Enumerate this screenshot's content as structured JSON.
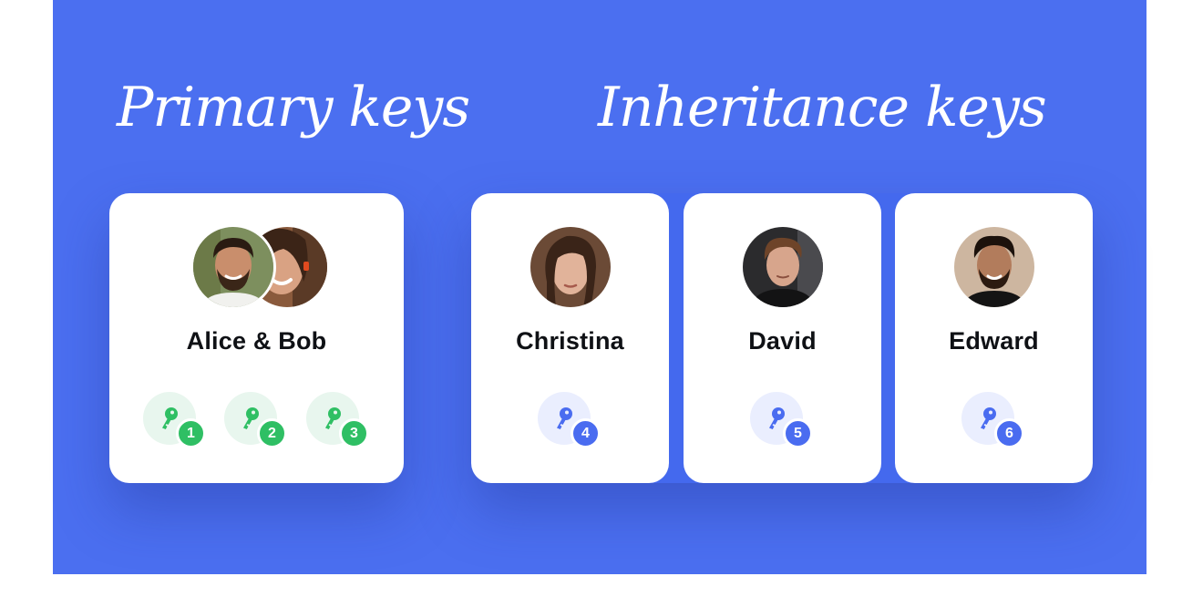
{
  "titles": {
    "primary": "Primary keys",
    "inheritance": "Inheritance keys"
  },
  "colors": {
    "background": "#4b6ff0",
    "primary_key": "#2fbf64",
    "inheritance_key": "#4a6cf0"
  },
  "primary_card": {
    "name": "Alice & Bob",
    "avatars": [
      "person-avatar-man-beard",
      "person-avatar-woman-smiling"
    ],
    "keys": [
      {
        "number": "1",
        "icon": "key-icon",
        "color": "green"
      },
      {
        "number": "2",
        "icon": "key-icon",
        "color": "green"
      },
      {
        "number": "3",
        "icon": "key-icon",
        "color": "green"
      }
    ]
  },
  "inheritance_cards": [
    {
      "name": "Christina",
      "avatar": "person-avatar-woman",
      "key": {
        "number": "4",
        "icon": "key-icon",
        "color": "blue"
      }
    },
    {
      "name": "David",
      "avatar": "person-avatar-man",
      "key": {
        "number": "5",
        "icon": "key-icon",
        "color": "blue"
      }
    },
    {
      "name": "Edward",
      "avatar": "person-avatar-man-beard",
      "key": {
        "number": "6",
        "icon": "key-icon",
        "color": "blue"
      }
    }
  ]
}
